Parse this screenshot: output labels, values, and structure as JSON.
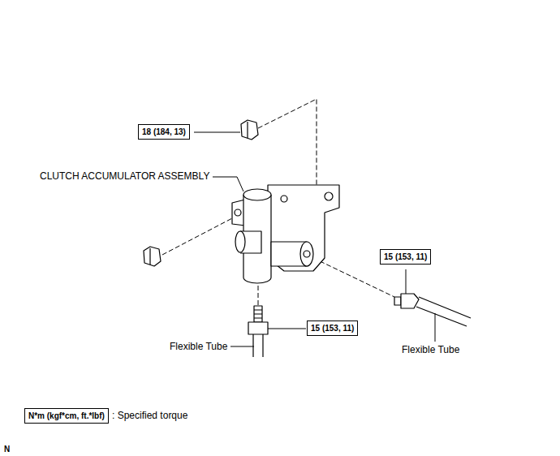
{
  "diagram": {
    "nodes": [
      {
        "text": [
          "18 (184, 13)"
        ]
      },
      {
        "text": [
          "15 (153, 11)"
        ]
      },
      {
        "text": [
          "15 (153, 11)"
        ]
      },
      {
        "text": [
          "N*m (kgf*cm, ft.*lbf)"
        ]
      }
    ],
    "labels": [
      "CLUTCH ACCUMULATOR ASSEMBLY",
      "Flexible Tube",
      "Flexible Tube",
      ": Specified torque",
      "N"
    ]
  }
}
